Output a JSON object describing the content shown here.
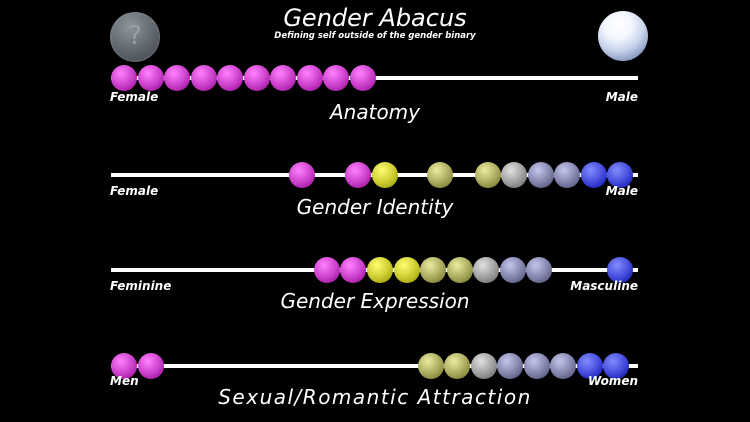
{
  "app": {
    "title": "Gender Abacus",
    "subtitle": "Defining self outside of the gender binary",
    "help_glyph": "?"
  },
  "icons": {
    "help": "help-orb-icon",
    "settings": "light-orb-icon"
  },
  "colors": {
    "magenta": "#c83cc8",
    "yellow": "#c8c82c",
    "olive": "#a6a65a",
    "gray": "#9b9b9b",
    "slate": "#7e80a8",
    "blue": "#3e46d8"
  },
  "sliders": [
    {
      "title": "Anatomy",
      "left_label": "Female",
      "right_label": "Male",
      "beads": [
        {
          "color": "magenta",
          "pos": 0.0
        },
        {
          "color": "magenta",
          "pos": 0.053
        },
        {
          "color": "magenta",
          "pos": 0.106
        },
        {
          "color": "magenta",
          "pos": 0.159
        },
        {
          "color": "magenta",
          "pos": 0.212
        },
        {
          "color": "magenta",
          "pos": 0.265
        },
        {
          "color": "magenta",
          "pos": 0.318
        },
        {
          "color": "magenta",
          "pos": 0.371
        },
        {
          "color": "magenta",
          "pos": 0.424
        },
        {
          "color": "magenta",
          "pos": 0.477
        }
      ]
    },
    {
      "title": "Gender Identity",
      "left_label": "Female",
      "right_label": "Male",
      "beads": [
        {
          "color": "magenta",
          "pos": 0.355
        },
        {
          "color": "magenta",
          "pos": 0.468
        },
        {
          "color": "yellow",
          "pos": 0.521
        },
        {
          "color": "olive",
          "pos": 0.63
        },
        {
          "color": "olive",
          "pos": 0.726
        },
        {
          "color": "gray",
          "pos": 0.779
        },
        {
          "color": "slate",
          "pos": 0.832
        },
        {
          "color": "slate",
          "pos": 0.885
        },
        {
          "color": "blue",
          "pos": 0.938
        },
        {
          "color": "blue",
          "pos": 0.991
        }
      ]
    },
    {
      "title": "Gender Expression",
      "left_label": "Feminine",
      "right_label": "Masculine",
      "beads": [
        {
          "color": "magenta",
          "pos": 0.405
        },
        {
          "color": "magenta",
          "pos": 0.458
        },
        {
          "color": "yellow",
          "pos": 0.511
        },
        {
          "color": "yellow",
          "pos": 0.564
        },
        {
          "color": "olive",
          "pos": 0.617
        },
        {
          "color": "olive",
          "pos": 0.67
        },
        {
          "color": "gray",
          "pos": 0.723
        },
        {
          "color": "slate",
          "pos": 0.776
        },
        {
          "color": "slate",
          "pos": 0.829
        },
        {
          "color": "blue",
          "pos": 0.99
        }
      ]
    },
    {
      "title": "Sexual/Romantic Attraction",
      "left_label": "Men",
      "right_label": "Women",
      "beads": [
        {
          "color": "magenta",
          "pos": 0.0
        },
        {
          "color": "magenta",
          "pos": 0.053
        },
        {
          "color": "olive",
          "pos": 0.612
        },
        {
          "color": "olive",
          "pos": 0.665
        },
        {
          "color": "gray",
          "pos": 0.718
        },
        {
          "color": "slate",
          "pos": 0.771
        },
        {
          "color": "slate",
          "pos": 0.824
        },
        {
          "color": "slate",
          "pos": 0.877
        },
        {
          "color": "blue",
          "pos": 0.93
        },
        {
          "color": "blue",
          "pos": 0.983
        }
      ]
    }
  ]
}
